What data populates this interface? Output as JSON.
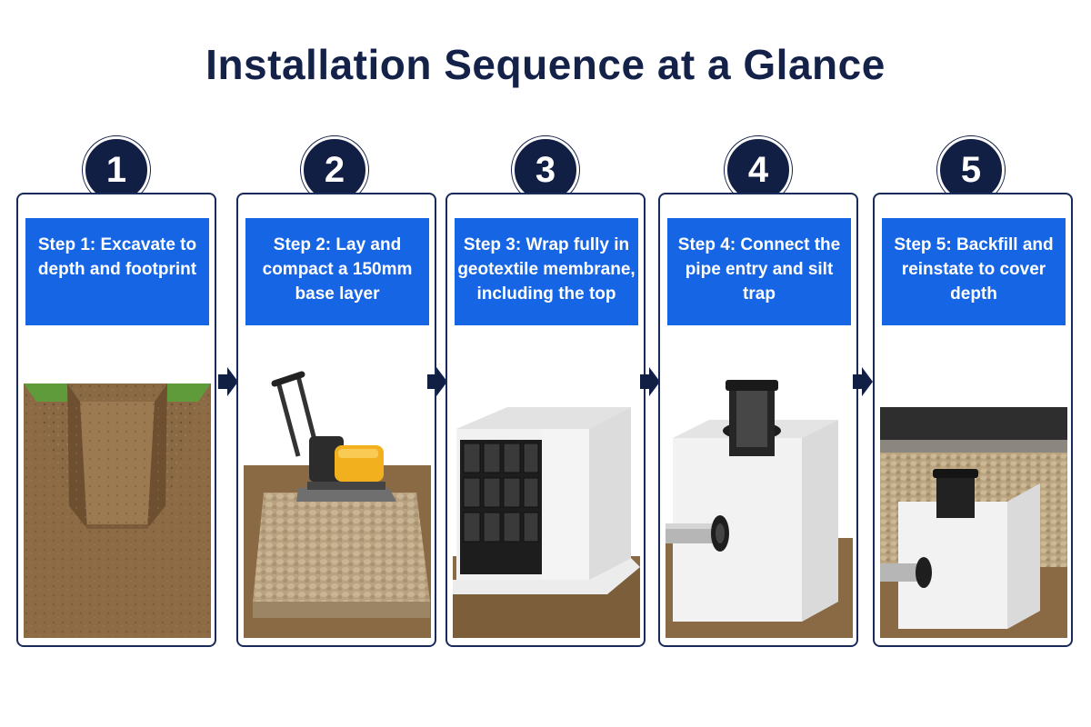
{
  "title": "Installation Sequence at a Glance",
  "steps": [
    {
      "number": "1",
      "text": "Step 1: Excavate to depth and footprint",
      "icon": "excavated-trench"
    },
    {
      "number": "2",
      "text": "Step 2: Lay and compact a 150mm base layer",
      "icon": "plate-compactor-on-gravel"
    },
    {
      "number": "3",
      "text": "Step 3: Wrap fully in geotextile membrane, including the top",
      "icon": "wrapped-crate"
    },
    {
      "number": "4",
      "text": "Step 4: Connect the pipe entry and silt trap",
      "icon": "pipe-and-silt-trap"
    },
    {
      "number": "5",
      "text": "Step 5: Backfill and reinstate to cover depth",
      "icon": "backfilled-unit"
    }
  ],
  "colors": {
    "title": "#14224a",
    "banner": "#1565e4",
    "badge": "#121f45"
  }
}
